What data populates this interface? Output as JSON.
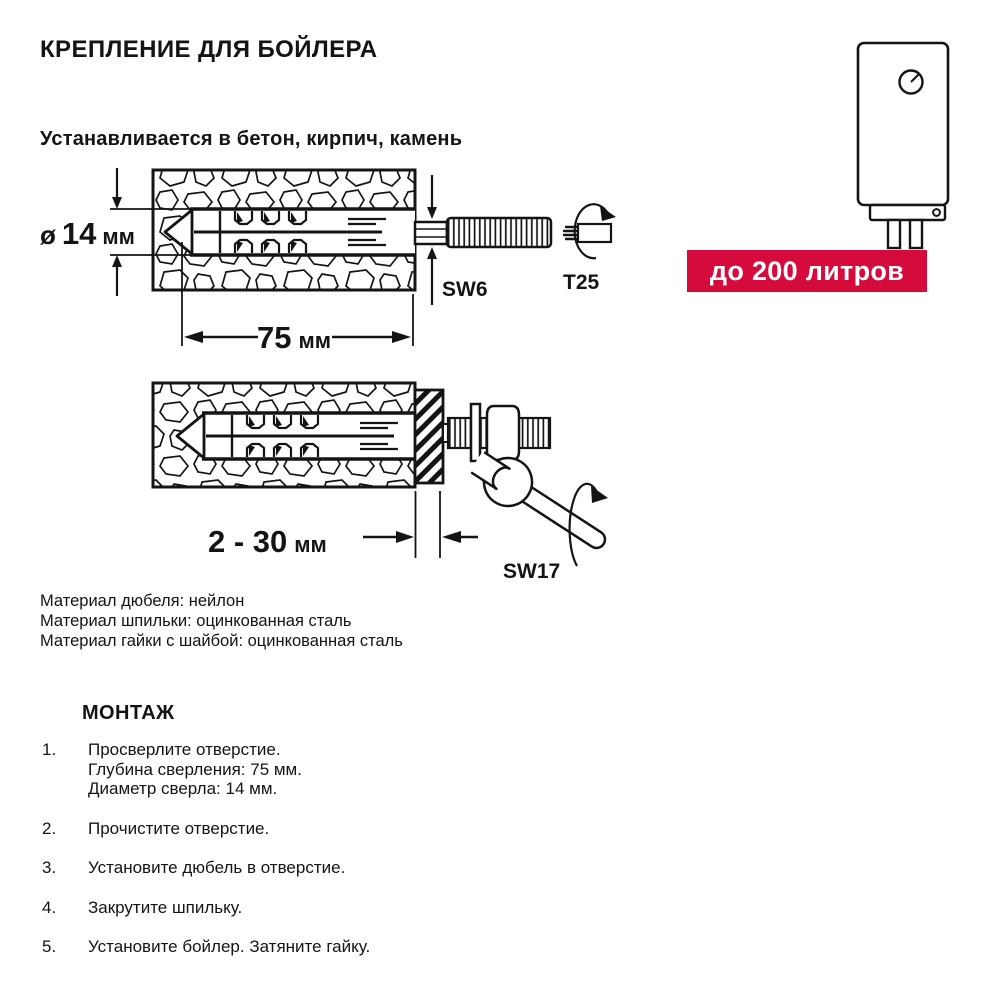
{
  "page": {
    "title": "КРЕПЛЕНИЕ ДЛЯ БОЙЛЕРА",
    "subtitle": "Устанавливается в бетон, кирпич, камень",
    "background_color": "#ffffff",
    "line_color": "#141414"
  },
  "capacity_badge": {
    "label": "до 200 литров",
    "bg_color": "#d50b3c",
    "text_color": "#ffffff"
  },
  "icons": {
    "boiler": "boiler-icon",
    "torx_bit": "torx-bit-icon",
    "open_end_wrench": "open-end-wrench-icon",
    "rotation_arrow": "rotation-arrow-icon",
    "dimension_arrows": "dimension-arrow-icon"
  },
  "diagram_anchor_in_wall": {
    "diameter": {
      "prefix": "ø",
      "value": "14",
      "unit": "мм"
    },
    "drill_depth": {
      "value": "75",
      "unit": "мм"
    },
    "hex_drive_label": "SW6",
    "torx_label": "T25"
  },
  "diagram_mounted": {
    "clamping_range": {
      "value": "2 - 30",
      "unit": "мм"
    },
    "wrench_label": "SW17"
  },
  "materials": {
    "line1": "Материал дюбеля: нейлон",
    "line2": "Материал шпильки: оцинкованная сталь",
    "line3": "Материал гайки с шайбой: оцинкованная сталь"
  },
  "montage": {
    "heading": "МОНТАЖ",
    "steps": [
      {
        "num": "1.",
        "lines": [
          "Просверлите отверстие.",
          "Глубина сверления: 75 мм.",
          "Диаметр сверла: 14 мм."
        ]
      },
      {
        "num": "2.",
        "lines": [
          "Прочистите отверстие."
        ]
      },
      {
        "num": "3.",
        "lines": [
          "Установите дюбель в отверстие."
        ]
      },
      {
        "num": "4.",
        "lines": [
          "Закрутите шпильку."
        ]
      },
      {
        "num": "5.",
        "lines": [
          "Установите бойлер. Затяните гайку."
        ]
      }
    ]
  }
}
